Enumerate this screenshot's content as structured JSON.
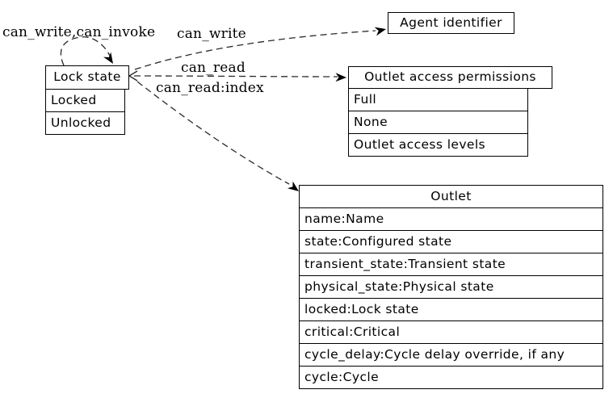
{
  "colors": {
    "background": "#ffffff",
    "ink": "#000000",
    "edge": "#2a2a2a"
  },
  "nodes": {
    "lock_state": {
      "title": "Lock state",
      "rows": [
        "Locked",
        "Unlocked"
      ]
    },
    "agent_identifier": {
      "title": "Agent identifier"
    },
    "outlet_access_permissions": {
      "title": "Outlet access permissions",
      "rows": [
        "Full",
        "None",
        "Outlet access levels"
      ]
    },
    "outlet": {
      "title": "Outlet",
      "rows": [
        "name:Name",
        "state:Configured state",
        "transient_state:Transient state",
        "physical_state:Physical state",
        "locked:Lock state",
        "critical:Critical",
        "cycle_delay:Cycle delay override, if any",
        "cycle:Cycle"
      ]
    }
  },
  "edges": {
    "self_loop_label": "can_write,can_invoke",
    "agent_label": "can_write",
    "permissions_label": "can_read",
    "outlet_label": "can_read:index"
  }
}
